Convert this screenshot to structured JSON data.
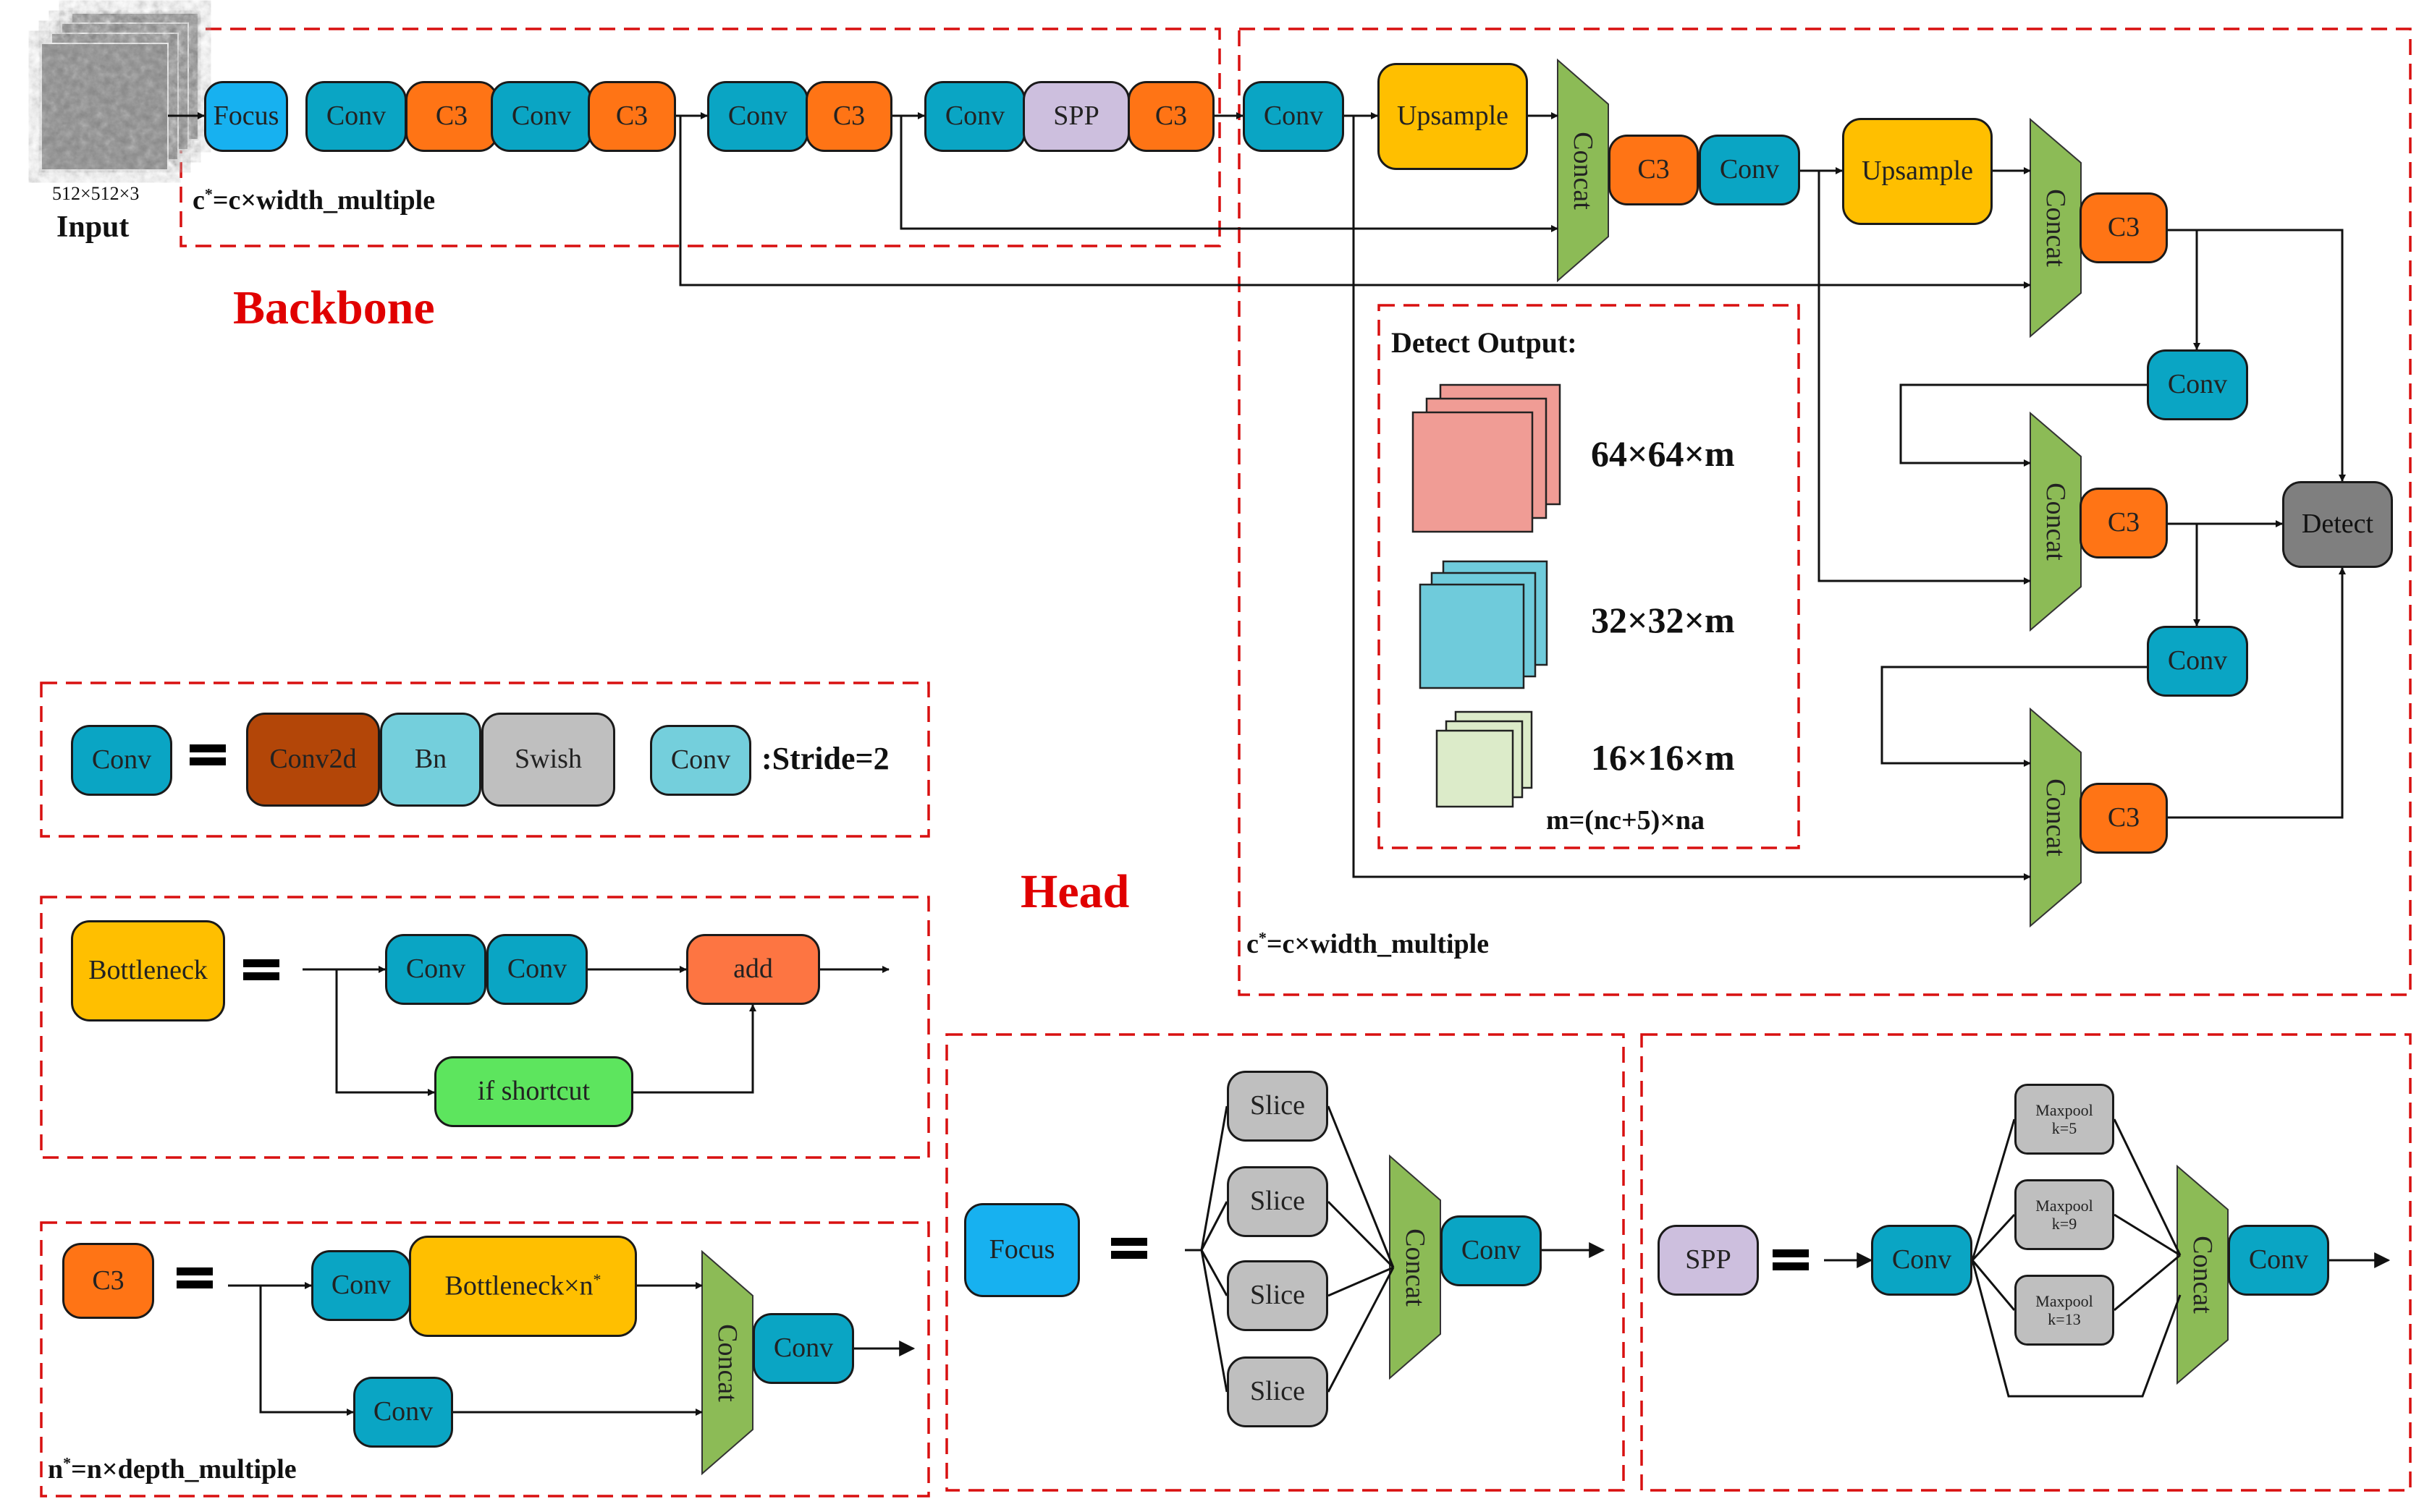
{
  "input": {
    "size": "512×512×3",
    "label": "Input"
  },
  "backbone": {
    "title": "Backbone",
    "blocks": [
      "Focus",
      "Conv",
      "C3",
      "Conv",
      "C3",
      "Conv",
      "C3",
      "Conv",
      "SPP",
      "C3"
    ],
    "note_prefix": "c",
    "note_sup": "*",
    "note_rest": "=c×width_multiple"
  },
  "head": {
    "title": "Head",
    "blocks": [
      "Conv",
      "Upsample",
      "Concat",
      "C3",
      "Conv",
      "Upsample",
      "Concat",
      "C3",
      "Conv",
      "Concat",
      "C3",
      "Conv",
      "Concat",
      "C3",
      "Detect"
    ],
    "note_prefix": "c",
    "note_sup": "*",
    "note_rest": "=c×width_multiple"
  },
  "detect_output": {
    "title": "Detect Output:",
    "items": [
      "64×64×m",
      "32×32×m",
      "16×16×m"
    ],
    "formula": "m=(nc+5)×na",
    "colors": [
      "#f09c95",
      "#6fcbdb",
      "#dcebc9"
    ]
  },
  "conv_legend": {
    "lhs": "Conv",
    "parts": [
      "Conv2d",
      "Bn",
      "Swish"
    ],
    "stride_block": "Conv",
    "stride_text": ":Stride=2"
  },
  "bottleneck_legend": {
    "lhs": "Bottleneck",
    "blocks": [
      "Conv",
      "Conv"
    ],
    "add": "add",
    "shortcut": "if shortcut"
  },
  "c3_legend": {
    "lhs": "C3",
    "conv1": "Conv",
    "bottleneck": "Bottleneck×n",
    "bottleneck_sup": "*",
    "conv2": "Conv",
    "concat": "Concat",
    "conv_out": "Conv",
    "note_prefix": "n",
    "note_sup": "*",
    "note_rest": "=n×depth_multiple"
  },
  "focus_legend": {
    "lhs": "Focus",
    "slices": [
      "Slice",
      "Slice",
      "Slice",
      "Slice"
    ],
    "concat": "Concat",
    "conv": "Conv"
  },
  "spp_legend": {
    "lhs": "SPP",
    "conv_in": "Conv",
    "pools": [
      {
        "name": "Maxpool",
        "k": "k=5"
      },
      {
        "name": "Maxpool",
        "k": "k=9"
      },
      {
        "name": "Maxpool",
        "k": "k=13"
      }
    ],
    "concat": "Concat",
    "conv_out": "Conv"
  },
  "colors": {
    "conv": "#0aa5c4",
    "c3": "#ff7415",
    "focus": "#17b1f0",
    "spp": "#cdbfde",
    "upsample": "#ffbf00",
    "concat": "#8cbb56",
    "detect": "#7f7f7f",
    "conv2d": "#b34608",
    "bn": "#74cfdc",
    "swish": "#bfbfbf",
    "stride_conv": "#74cfdc",
    "add": "#fd7542",
    "shortcut": "#5de55e",
    "slice": "#bfbfbf",
    "maxpool": "#bfbfbf",
    "dash": "#d81010",
    "title": "#e00000"
  }
}
